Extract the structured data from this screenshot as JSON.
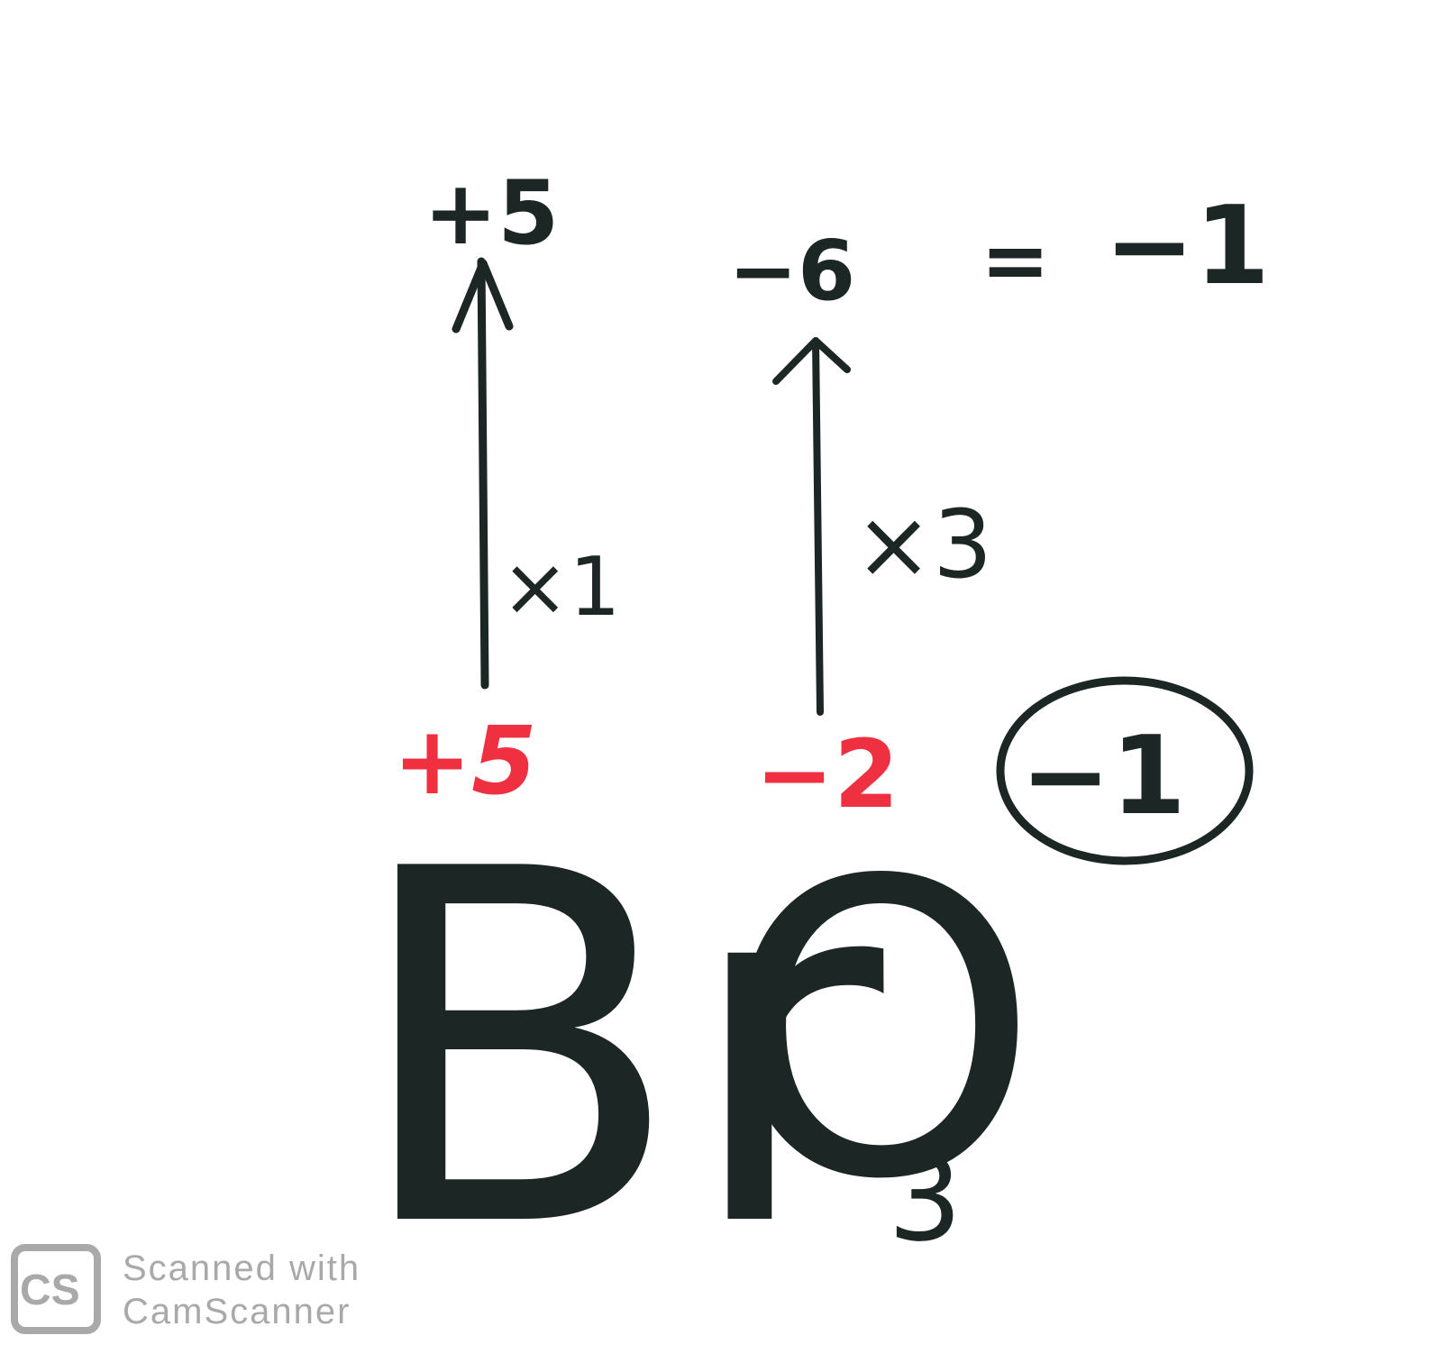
{
  "formula": {
    "element_1": "Br",
    "element_2": "O",
    "subscript": "3"
  },
  "oxidation_states": {
    "bromine": "+5",
    "oxygen": "−2",
    "ion_charge": "−1"
  },
  "multipliers": {
    "bromine": "×1",
    "oxygen": "×3"
  },
  "results": {
    "bromine_total": "+5",
    "oxygen_total": "−6",
    "equals": "=",
    "sum": "−1"
  },
  "watermark": {
    "logo": "CS",
    "line_1": "Scanned with",
    "line_2": "CamScanner"
  },
  "colors": {
    "ink": "#1c2624",
    "oxidation_red": "#ee3040",
    "watermark_gray": "#a9a9a9"
  }
}
